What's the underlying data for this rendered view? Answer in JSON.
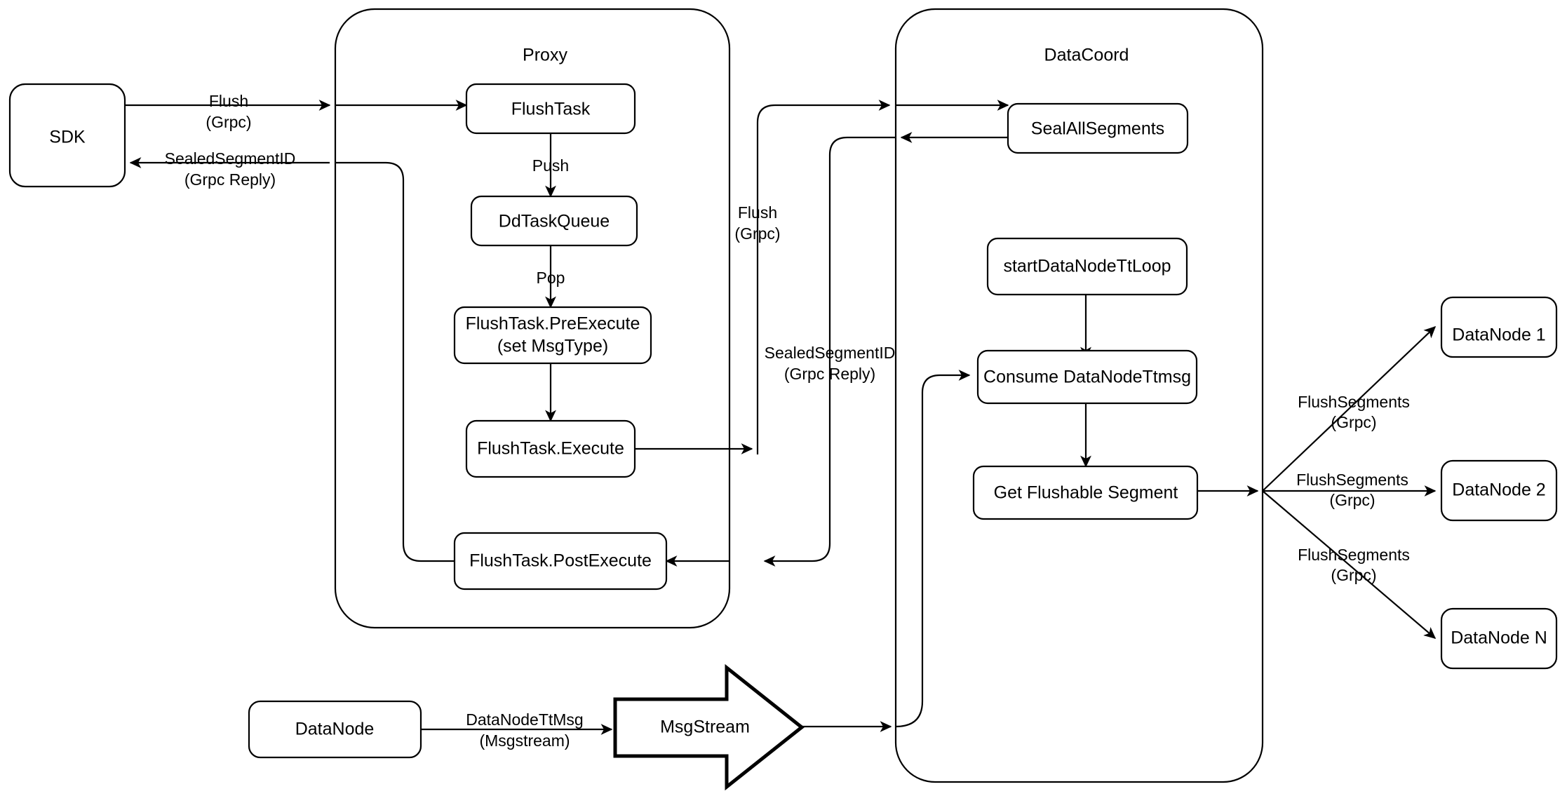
{
  "diagram": {
    "title": "Milvus Flush Sequence Diagram",
    "type": "flow-architecture",
    "colors": {
      "stroke": "#000000",
      "fill": "#ffffff",
      "background": "#ffffff"
    },
    "groups": [
      {
        "id": "proxy",
        "label": "Proxy"
      },
      {
        "id": "datacoord",
        "label": "DataCoord"
      }
    ],
    "nodes": [
      {
        "id": "sdk",
        "label": "SDK"
      },
      {
        "id": "flushtask",
        "label": "FlushTask"
      },
      {
        "id": "ddtaskqueue",
        "label": "DdTaskQueue"
      },
      {
        "id": "preexecute_l1",
        "label": "FlushTask.PreExecute"
      },
      {
        "id": "preexecute_l2",
        "label": "(set MsgType)"
      },
      {
        "id": "execute",
        "label": "FlushTask.Execute"
      },
      {
        "id": "postexecute",
        "label": "FlushTask.PostExecute"
      },
      {
        "id": "sealallsegments",
        "label": "SealAllSegments"
      },
      {
        "id": "startdatanodettloop",
        "label": "startDataNodeTtLoop"
      },
      {
        "id": "consumedatanodettmsg",
        "label": "Consume DataNodeTtmsg"
      },
      {
        "id": "getflushablesegment",
        "label": "Get Flushable Segment"
      },
      {
        "id": "datanode1",
        "label": "DataNode 1"
      },
      {
        "id": "datanode2",
        "label": "DataNode 2"
      },
      {
        "id": "datanodeN",
        "label": "DataNode N"
      },
      {
        "id": "datanode_src",
        "label": "DataNode"
      },
      {
        "id": "msgstream",
        "label": "MsgStream"
      }
    ],
    "edge_labels": {
      "flush_grpc_l1": "Flush",
      "flush_grpc_l2": "(Grpc)",
      "sealed_reply_l1": "SealedSegmentID",
      "sealed_reply_l2": "(Grpc Reply)",
      "push": "Push",
      "pop": "Pop",
      "flush_mid_l1": "Flush",
      "flush_mid_l2": "(Grpc)",
      "sealed_mid_l1": "SealedSegmentID",
      "sealed_mid_l2": "(Grpc Reply)",
      "flushsegments1_l1": "FlushSegments",
      "flushsegments1_l2": "(Grpc)",
      "flushsegments2_l1": "FlushSegments",
      "flushsegments2_l2": "(Grpc)",
      "flushsegments3_l1": "FlushSegments",
      "flushsegments3_l2": "(Grpc)",
      "datanodettmsg_l1": "DataNodeTtMsg",
      "datanodettmsg_l2": "(Msgstream)"
    }
  }
}
